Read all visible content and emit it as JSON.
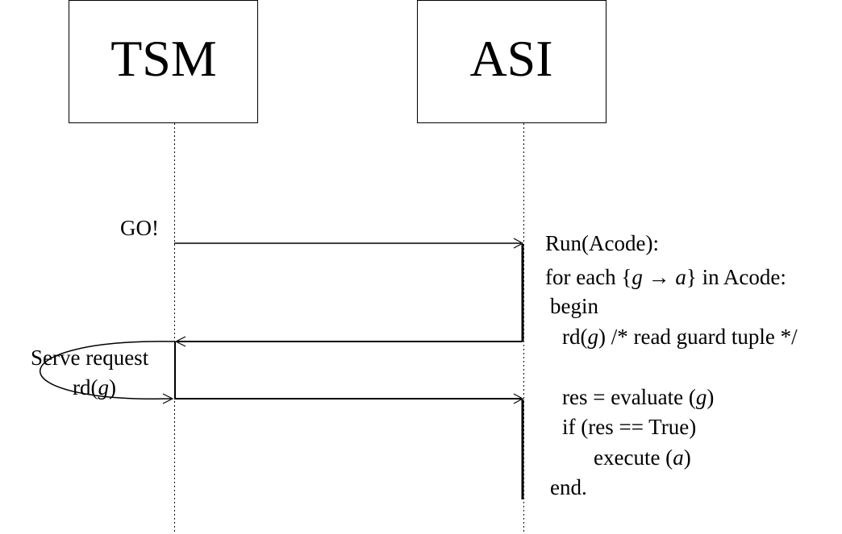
{
  "lifelines": {
    "tsm": {
      "label": "TSM"
    },
    "asi": {
      "label": "ASI"
    }
  },
  "messages": {
    "go": "GO!",
    "serve_line1": "Serve request",
    "serve_line2_pre": "rd(",
    "serve_line2_var": "g",
    "serve_line2_post": ")"
  },
  "code": {
    "line1": "Run(Acode):",
    "line2_pre": "for each {",
    "line2_g": "g",
    "line2_arrow": " → ",
    "line2_a": "a",
    "line2_post": "} in Acode:",
    "line3": "begin",
    "line4_pre": "rd(",
    "line4_g": "g",
    "line4_post": ")  /* read guard tuple */",
    "line5_pre": "res = evaluate (",
    "line5_g": "g",
    "line5_post": ")",
    "line6": "if (res == True)",
    "line7_pre": "execute (",
    "line7_a": "a",
    "line7_post": ")",
    "line8": "end."
  }
}
